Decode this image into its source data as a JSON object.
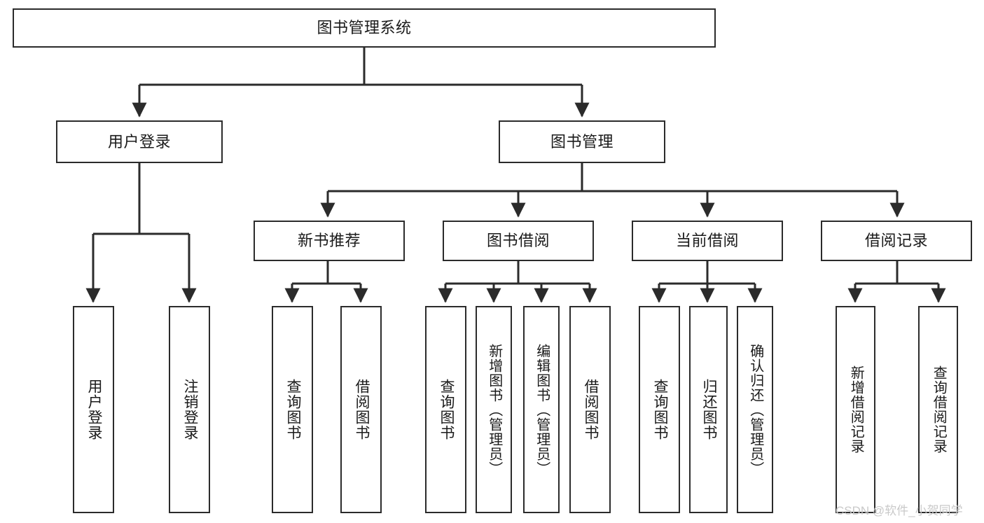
{
  "diagram": {
    "type": "tree-hierarchy-functional-structure",
    "title": "图书管理系统",
    "background_color": "#ffffff",
    "box_border_color": "#2b2b2b",
    "edge_color": "#2b2b2b",
    "text_color": "#1a1a1a"
  },
  "nodes": {
    "root": {
      "label": "图书管理系统"
    },
    "level2": [
      {
        "id": "user-login",
        "label": "用户登录"
      },
      {
        "id": "book-manage",
        "label": "图书管理"
      }
    ],
    "level3": [
      {
        "id": "new-book-recommend",
        "label": "新书推荐"
      },
      {
        "id": "book-borrow",
        "label": "图书借阅"
      },
      {
        "id": "current-borrow",
        "label": "当前借阅"
      },
      {
        "id": "borrow-record",
        "label": "借阅记录"
      }
    ],
    "leaves": {
      "user-login": [
        {
          "id": "leaf-user-login",
          "label": "用户登录"
        },
        {
          "id": "leaf-logout-login",
          "label": "注销登录"
        }
      ],
      "new-book-recommend": [
        {
          "id": "leaf-query-book-1",
          "label": "查询图书"
        },
        {
          "id": "leaf-borrow-book-1",
          "label": "借阅图书"
        }
      ],
      "book-borrow": [
        {
          "id": "leaf-query-book-2",
          "label": "查询图书"
        },
        {
          "id": "leaf-add-book",
          "label": "新增图书（管理员）"
        },
        {
          "id": "leaf-edit-book",
          "label": "编辑图书（管理员）"
        },
        {
          "id": "leaf-borrow-book-2",
          "label": "借阅图书"
        }
      ],
      "current-borrow": [
        {
          "id": "leaf-query-book-3",
          "label": "查询图书"
        },
        {
          "id": "leaf-return-book",
          "label": "归还图书"
        },
        {
          "id": "leaf-confirm-return",
          "label": "确认归还（管理员）"
        }
      ],
      "borrow-record": [
        {
          "id": "leaf-add-record",
          "label": "新增借阅记录"
        },
        {
          "id": "leaf-query-record",
          "label": "查询借阅记录"
        }
      ]
    }
  },
  "watermark": {
    "text": "CSDN @软件_小贺同学",
    "color": "#c9c9c9"
  }
}
